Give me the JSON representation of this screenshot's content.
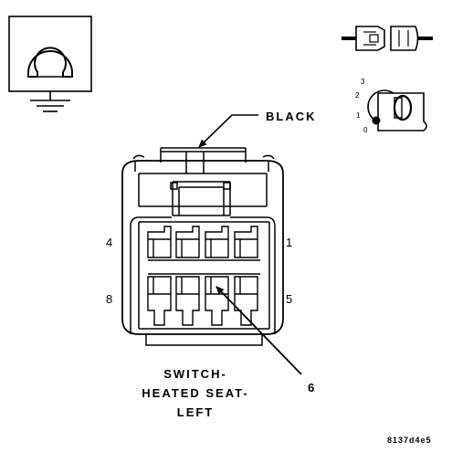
{
  "connector": {
    "color_label": "BLACK",
    "name_lines": [
      "SWITCH-",
      "HEATED SEAT-",
      "LEFT"
    ]
  },
  "pin_numbers": {
    "top_left": "4",
    "top_right": "1",
    "bottom_left": "8",
    "bottom_right": "5"
  },
  "callout": "6",
  "key_positions": [
    "3",
    "2",
    "1",
    "0"
  ],
  "figure_id": "8137d4e5",
  "icons": {
    "ground_symbol": "ohm-ground-icon",
    "connector_plug": "plug-connector-icon",
    "ignition_key": "ignition-key-icon"
  }
}
